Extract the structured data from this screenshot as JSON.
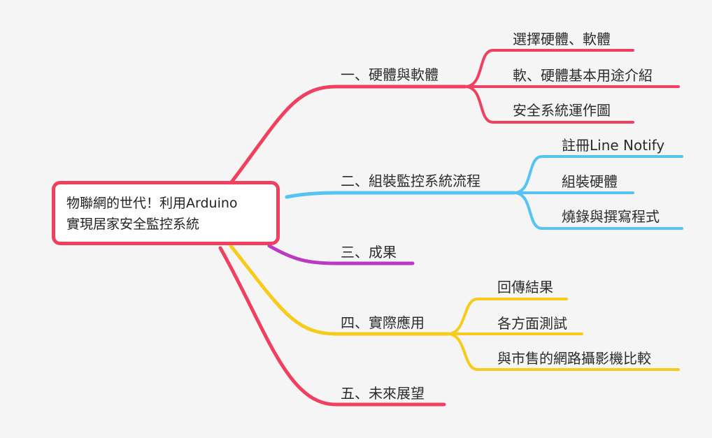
{
  "root": {
    "line1": "物聯網的世代！利用Arduino",
    "line2": "實現居家安全監控系統"
  },
  "branches": [
    {
      "label": "一、硬體與軟體",
      "color": "#f0405f",
      "children": [
        "選擇硬體、軟體",
        "軟、硬體基本用途介紹",
        "安全系統運作圖"
      ]
    },
    {
      "label": "二、組裝監控系統流程",
      "color": "#56c3f5",
      "children": [
        "註冊Line Notify",
        "組裝硬體",
        "燒錄與撰寫程式"
      ]
    },
    {
      "label": "三、成果",
      "color": "#b93bc1",
      "children": []
    },
    {
      "label": "四、實際應用",
      "color": "#f7cb1c",
      "children": [
        "回傳結果",
        "各方面測試",
        "與市售的網路攝影機比較"
      ]
    },
    {
      "label": "五、未來展望",
      "color": "#f0405f",
      "children": []
    }
  ]
}
